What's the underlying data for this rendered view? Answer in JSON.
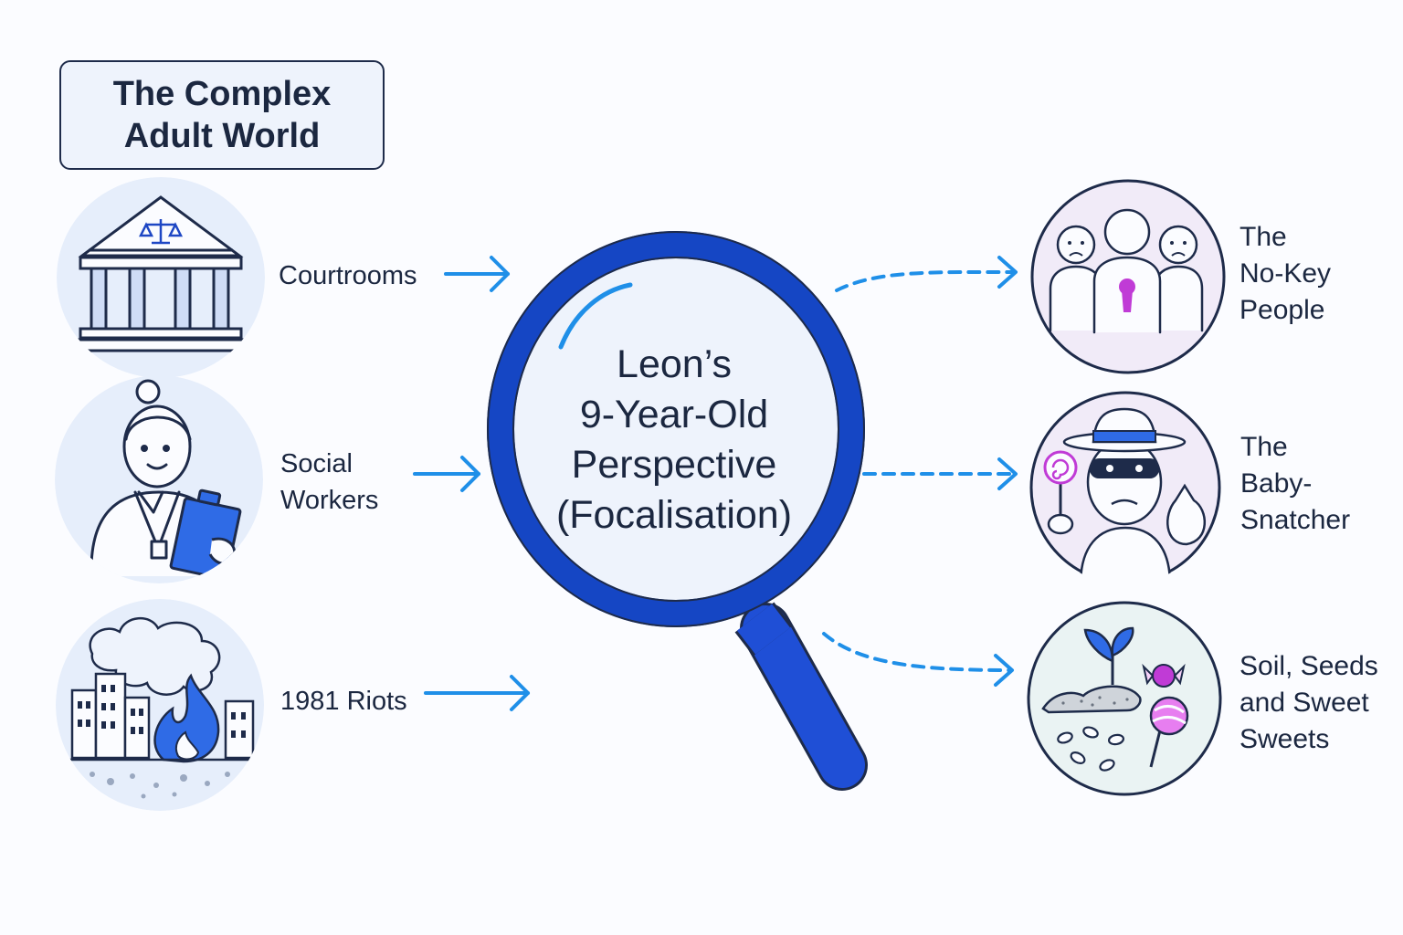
{
  "title": {
    "line1": "The Complex",
    "line2": "Adult World"
  },
  "left_items": [
    {
      "label_line1": "Courtrooms",
      "label_line2": "",
      "icon": "courthouse-icon"
    },
    {
      "label_line1": "Social",
      "label_line2": "Workers",
      "icon": "social-worker-icon"
    },
    {
      "label_line1": "1981 Riots",
      "label_line2": "",
      "icon": "riots-icon"
    }
  ],
  "lens": {
    "line1": "Leon’s",
    "line2": "9-Year-Old",
    "line3": "Perspective",
    "line4": "(Focalisation)"
  },
  "right_items": [
    {
      "label_line1": "The",
      "label_line2": "No-Key",
      "label_line3": "People",
      "icon": "no-key-people-icon"
    },
    {
      "label_line1": "The",
      "label_line2": "Baby-",
      "label_line3": "Snatcher",
      "icon": "baby-snatcher-icon"
    },
    {
      "label_line1": "Soil, Seeds",
      "label_line2": "and Sweet",
      "label_line3": "Sweets",
      "icon": "soil-seeds-sweets-icon"
    }
  ],
  "colors": {
    "accent_blue": "#1f8fe8",
    "lens_blue": "#1546c4",
    "outline": "#1e2b4a",
    "left_circle_bg": "#e6eefb",
    "right_circle_bg": "#f1ebf8",
    "purple": "#c03bd6"
  }
}
